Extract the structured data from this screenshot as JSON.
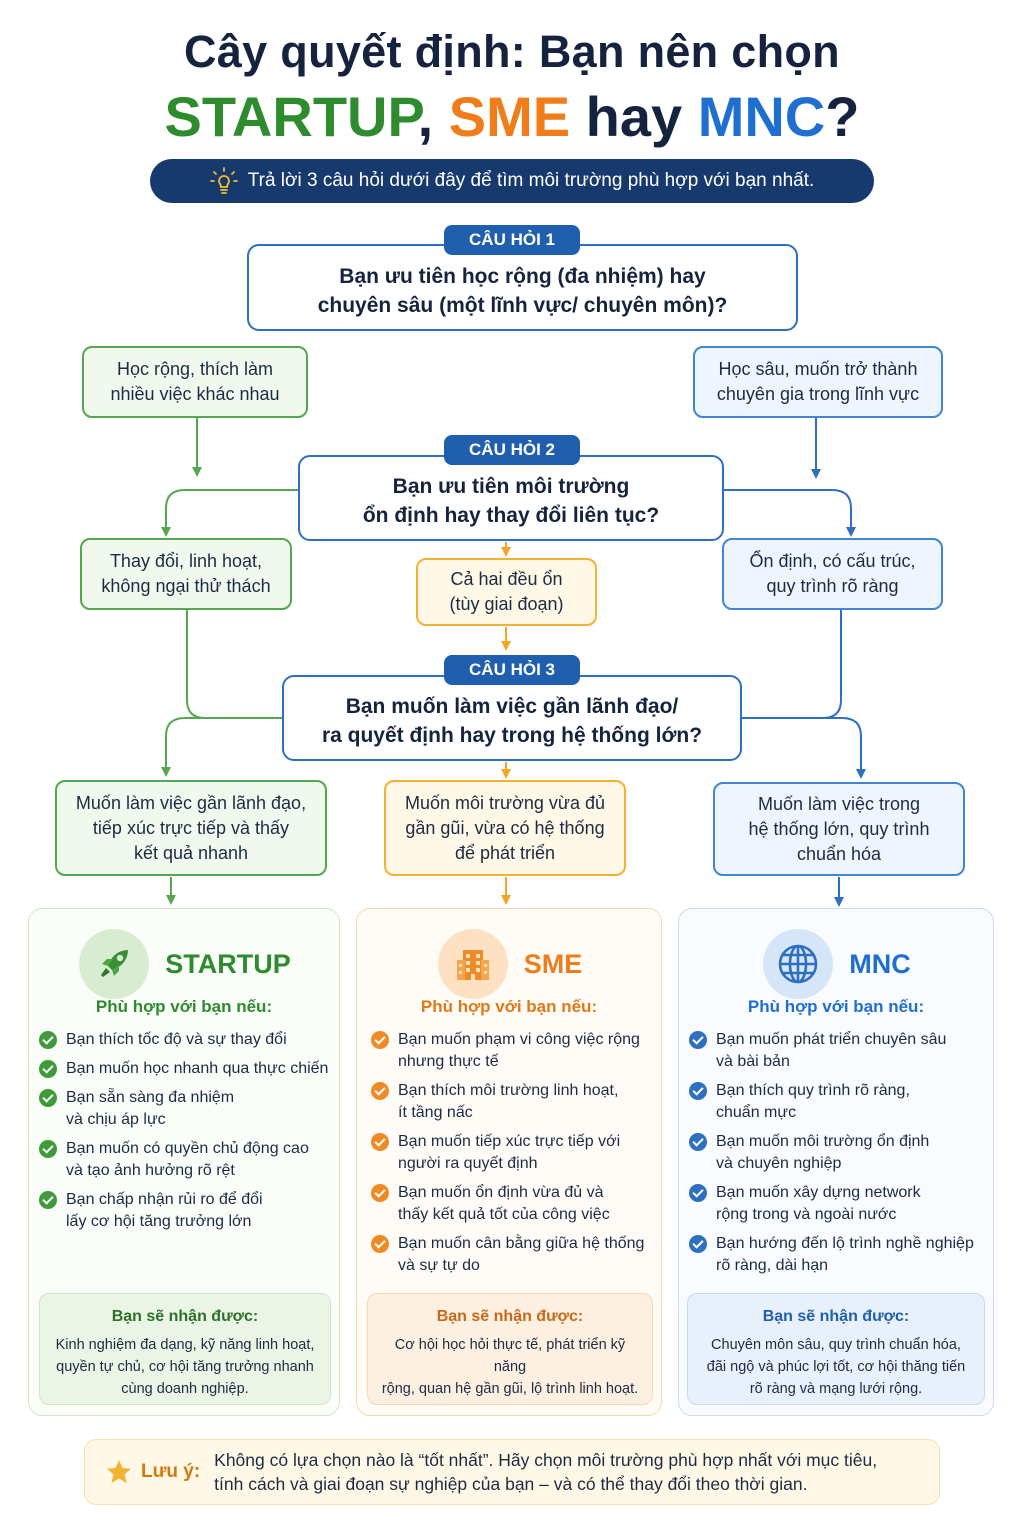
{
  "title": {
    "line1": "Cây quyết định: Bạn nên chọn",
    "startup": "STARTUP",
    "comma": ",",
    "sme": "SME",
    "hay": "hay",
    "mnc": "MNC",
    "qmark": "?"
  },
  "banner": {
    "icon": "lightbulb-icon",
    "text": "Trả lời 3 câu hỏi dưới đây để tìm môi trường phù hợp với bạn nhất."
  },
  "q1": {
    "tag": "CÂU HỎI 1",
    "line1": "Bạn ưu tiên học rộng (đa nhiệm) hay",
    "line2": "chuyên sâu (một lĩnh vực/ chuyên môn)?",
    "left": {
      "line1": "Học rộng, thích làm",
      "line2": "nhiều việc khác nhau"
    },
    "right": {
      "line1": "Học sâu, muốn trở thành",
      "line2": "chuyên gia trong lĩnh vực"
    }
  },
  "q2": {
    "tag": "CÂU HỎI 2",
    "line1": "Bạn ưu tiên môi trường",
    "line2": "ổn định hay thay đổi liên tục?",
    "left": {
      "line1": "Thay đổi, linh hoạt,",
      "line2": "không ngại thử thách"
    },
    "mid": {
      "line1": "Cả hai đều ổn",
      "line2": "(tùy giai đoạn)"
    },
    "right": {
      "line1": "Ổn định, có cấu trúc,",
      "line2": "quy trình rõ ràng"
    }
  },
  "q3": {
    "tag": "CÂU HỎI 3",
    "line1": "Bạn muốn làm việc gần lãnh đạo/",
    "line2": "ra quyết định hay trong hệ thống lớn?",
    "left": {
      "line1": "Muốn làm việc gần lãnh đạo,",
      "line2": "tiếp xúc trực tiếp và thấy",
      "line3": "kết quả nhanh"
    },
    "mid": {
      "line1": "Muốn môi trường vừa đủ",
      "line2": "gần gũi, vừa có hệ thống",
      "line3": "để phát triển"
    },
    "right": {
      "line1": "Muốn làm việc trong",
      "line2": "hệ thống lớn, quy trình",
      "line3": "chuẩn hóa"
    }
  },
  "colors": {
    "green": "#2e8b2e",
    "orange": "#f07c1a",
    "blue": "#1f6fd1",
    "navy": "#173a6e"
  },
  "panels": [
    {
      "name": "STARTUP",
      "icon": "rocket-icon",
      "fit_title": "Phù hợp với bạn nếu:",
      "items": [
        [
          "Bạn thích tốc độ và sự thay đổi"
        ],
        [
          "Bạn muốn học nhanh qua thực chiến"
        ],
        [
          "Bạn sẵn sàng đa nhiệm",
          "và chịu áp lực"
        ],
        [
          "Bạn muốn có quyền chủ động cao",
          "và tạo ảnh hưởng rõ rệt"
        ],
        [
          "Bạn chấp nhận rủi ro để đổi",
          "lấy cơ hội tăng trưởng lớn"
        ]
      ],
      "receive_title": "Bạn sẽ nhận được:",
      "receive": [
        "Kinh nghiệm đa dạng, kỹ năng linh hoạt,",
        "quyền tự chủ, cơ hội tăng trưởng nhanh",
        "cùng doanh nghiệp."
      ]
    },
    {
      "name": "SME",
      "icon": "building-icon",
      "fit_title": "Phù hợp với bạn nếu:",
      "items": [
        [
          "Bạn muốn phạm vi công việc rộng",
          "nhưng thực tế"
        ],
        [
          "Bạn thích môi trường linh hoạt,",
          "ít tầng nấc"
        ],
        [
          "Bạn muốn tiếp xúc trực tiếp với",
          "người ra quyết định"
        ],
        [
          "Bạn muốn ổn định vừa đủ và",
          "thấy kết quả tốt của công việc"
        ],
        [
          "Bạn muốn cân bằng giữa hệ thống",
          "và sự tự do"
        ]
      ],
      "receive_title": "Bạn sẽ nhận được:",
      "receive": [
        "Cơ hội học hỏi thực tế, phát triển kỹ năng",
        "rộng, quan hệ gần gũi, lộ trình linh hoạt."
      ]
    },
    {
      "name": "MNC",
      "icon": "globe-icon",
      "fit_title": "Phù hợp với bạn nếu:",
      "items": [
        [
          "Bạn muốn phát triển chuyên sâu",
          "và bài bản"
        ],
        [
          "Bạn thích quy trình rõ ràng,",
          "chuẩn mực"
        ],
        [
          "Bạn muốn môi trường ổn định",
          "và chuyên nghiệp"
        ],
        [
          "Bạn muốn xây dựng network",
          "rộng trong và ngoài nước"
        ],
        [
          "Bạn hướng đến lộ trình nghề nghiệp",
          "rõ ràng, dài hạn"
        ]
      ],
      "receive_title": "Bạn sẽ nhận được:",
      "receive": [
        "Chuyên môn sâu, quy trình chuẩn hóa,",
        "đãi ngộ và phúc lợi tốt, cơ hội thăng tiến",
        "rõ ràng và mạng lưới rộng."
      ]
    }
  ],
  "note": {
    "icon": "star-icon",
    "label": "Lưu ý:",
    "line1": "Không có lựa chọn nào là “tốt nhất”. Hãy chọn môi trường phù hợp nhất với mục tiêu,",
    "line2": "tính cách và giai đoạn sự nghiệp của bạn – và có thể thay đổi theo thời gian."
  }
}
